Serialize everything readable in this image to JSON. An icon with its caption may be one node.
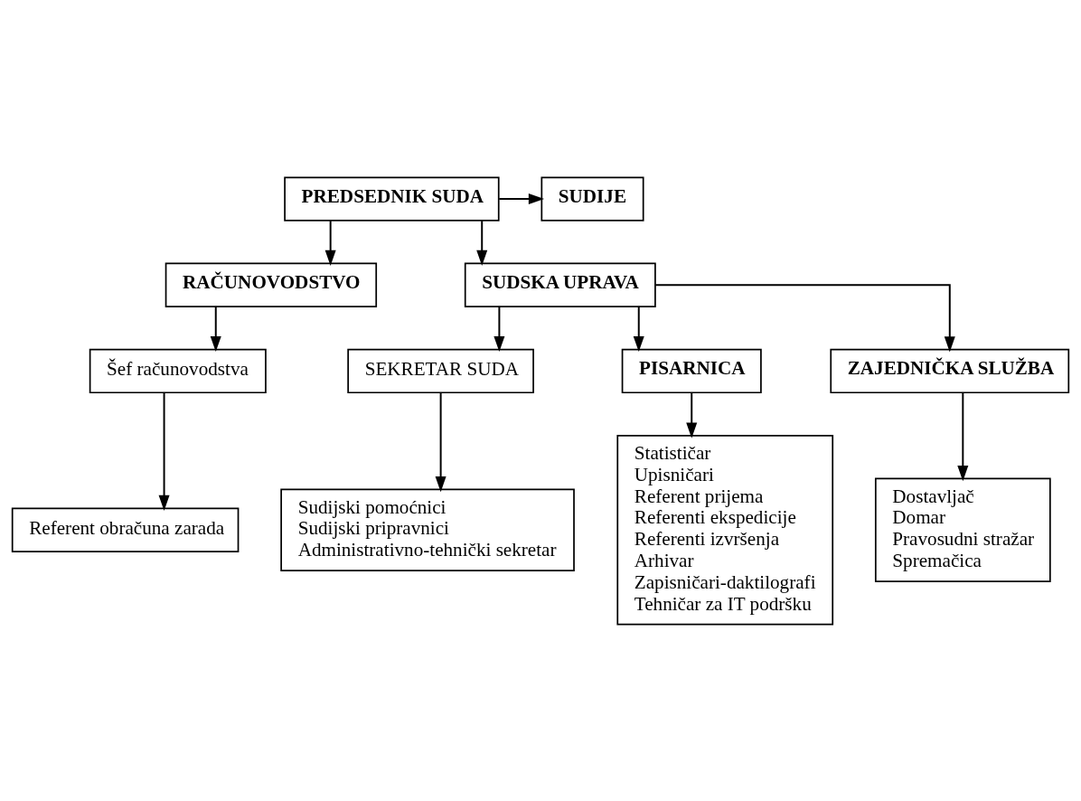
{
  "diagram": {
    "nodes": [
      {
        "text": [
          "SUDIJE"
        ]
      },
      {
        "text": [
          "PREDSEDNIK SUDA"
        ]
      },
      {
        "text": [
          "RAČUNOVODSTVO"
        ]
      },
      {
        "text": [
          "SUDSKA UPRAVA"
        ]
      },
      {
        "text": [
          "Šef računovodstva"
        ]
      },
      {
        "text": [
          "Referent obračuna zarada"
        ]
      },
      {
        "text": [
          "SEKRETAR SUDA"
        ]
      },
      {
        "text": [
          "PISARNICA"
        ]
      },
      {
        "text": [
          "Sudijski pomoćnici",
          "Sudijski pripravnici",
          "Administrativno-tehnički sekretar"
        ]
      },
      {
        "text": [
          "Statističar",
          "Upisničari",
          "Referent prijema",
          "Referenti ekspedicije",
          "Referenti izvršenja",
          "Arhivar",
          "Zapisničari-daktilografi",
          "Tehničar za IT podršku"
        ]
      },
      {
        "text": [
          "ZAJEDNIČKA SLUŽBA"
        ]
      },
      {
        "text": [
          "Dostavljač",
          "Domar",
          "Pravosudni stražar",
          "Spremačica"
        ]
      }
    ],
    "edges": [
      {
        "from": 1,
        "to": 0,
        "arrow": "to"
      },
      {
        "from": 1,
        "to": 2,
        "arrow": "to"
      },
      {
        "from": 1,
        "to": 3,
        "arrow": "to"
      },
      {
        "from": 2,
        "to": 4,
        "arrow": "to"
      },
      {
        "from": 4,
        "to": 5,
        "arrow": "to"
      },
      {
        "from": 3,
        "to": 6,
        "arrow": "to"
      },
      {
        "from": 3,
        "to": 7,
        "arrow": "to"
      },
      {
        "from": 6,
        "to": 8,
        "arrow": "to"
      },
      {
        "from": 7,
        "to": 9,
        "arrow": "to"
      },
      {
        "from": 3,
        "to": 10,
        "arrow": "to"
      },
      {
        "from": 10,
        "to": 11,
        "arrow": "to"
      }
    ]
  }
}
